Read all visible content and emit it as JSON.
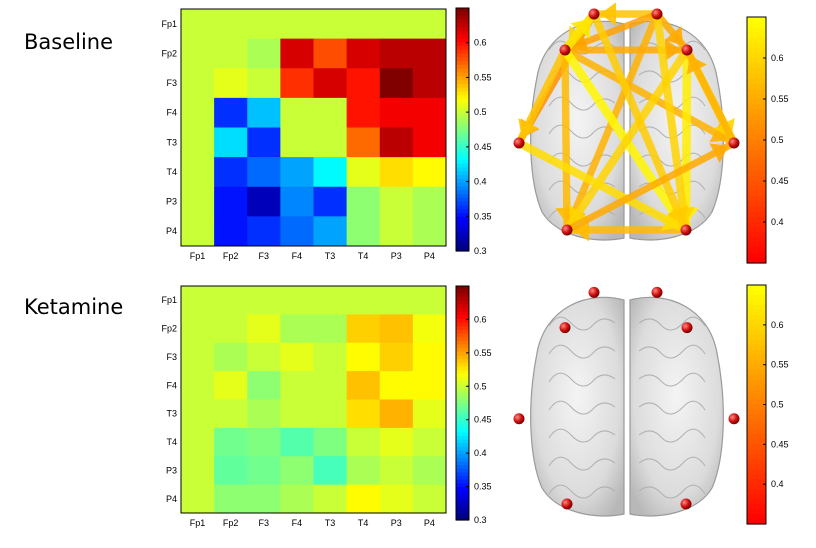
{
  "rows": [
    {
      "label": "Baseline"
    },
    {
      "label": "Ketamine"
    }
  ],
  "chart_data": [
    {
      "type": "heatmap",
      "title": "",
      "x_categories": [
        "Fp1",
        "Fp2",
        "F3",
        "F4",
        "T3",
        "T4",
        "P3",
        "P4"
      ],
      "y_categories": [
        "Fp1",
        "Fp2",
        "F3",
        "F4",
        "T3",
        "T4",
        "P3",
        "P4"
      ],
      "values": [
        [
          0.5,
          0.5,
          0.5,
          0.5,
          0.5,
          0.5,
          0.5,
          0.5
        ],
        [
          0.5,
          0.5,
          0.49,
          0.62,
          0.58,
          0.62,
          0.63,
          0.63
        ],
        [
          0.5,
          0.51,
          0.5,
          0.59,
          0.62,
          0.6,
          0.65,
          0.63
        ],
        [
          0.5,
          0.36,
          0.41,
          0.5,
          0.5,
          0.6,
          0.61,
          0.61
        ],
        [
          0.5,
          0.42,
          0.36,
          0.5,
          0.5,
          0.57,
          0.63,
          0.61
        ],
        [
          0.5,
          0.36,
          0.38,
          0.4,
          0.43,
          0.51,
          0.53,
          0.52
        ],
        [
          0.5,
          0.35,
          0.32,
          0.39,
          0.36,
          0.48,
          0.5,
          0.49
        ],
        [
          0.5,
          0.35,
          0.36,
          0.38,
          0.4,
          0.48,
          0.5,
          0.49
        ]
      ],
      "colorbar": {
        "min": 0.3,
        "max": 0.65,
        "ticks": [
          0.3,
          0.35,
          0.4,
          0.45,
          0.5,
          0.55,
          0.6
        ]
      }
    },
    {
      "type": "heatmap",
      "title": "",
      "x_categories": [
        "Fp1",
        "Fp2",
        "F3",
        "F4",
        "T3",
        "T4",
        "P3",
        "P4"
      ],
      "y_categories": [
        "Fp1",
        "Fp2",
        "F3",
        "F4",
        "T3",
        "T4",
        "P3",
        "P4"
      ],
      "values": [
        [
          0.5,
          0.5,
          0.5,
          0.5,
          0.5,
          0.5,
          0.5,
          0.5
        ],
        [
          0.5,
          0.5,
          0.51,
          0.49,
          0.49,
          0.535,
          0.54,
          0.515
        ],
        [
          0.5,
          0.49,
          0.5,
          0.51,
          0.5,
          0.52,
          0.535,
          0.52
        ],
        [
          0.5,
          0.51,
          0.48,
          0.5,
          0.5,
          0.54,
          0.52,
          0.52
        ],
        [
          0.5,
          0.5,
          0.49,
          0.5,
          0.5,
          0.53,
          0.545,
          0.51
        ],
        [
          0.5,
          0.47,
          0.475,
          0.46,
          0.475,
          0.5,
          0.51,
          0.5
        ],
        [
          0.5,
          0.465,
          0.47,
          0.48,
          0.455,
          0.49,
          0.5,
          0.49
        ],
        [
          0.5,
          0.48,
          0.48,
          0.49,
          0.5,
          0.52,
          0.51,
          0.5
        ]
      ],
      "colorbar": {
        "min": 0.3,
        "max": 0.65,
        "ticks": [
          0.3,
          0.35,
          0.4,
          0.45,
          0.5,
          0.55,
          0.6
        ]
      }
    },
    {
      "type": "network",
      "nodes": 8,
      "edges": [
        [
          1,
          0,
          0.58
        ],
        [
          1,
          6,
          0.56
        ],
        [
          0,
          4,
          0.52
        ],
        [
          0,
          2,
          0.6
        ],
        [
          1,
          3,
          0.55
        ],
        [
          1,
          2,
          0.54
        ],
        [
          2,
          3,
          0.55
        ],
        [
          2,
          4,
          0.58
        ],
        [
          2,
          6,
          0.57
        ],
        [
          2,
          5,
          0.56
        ],
        [
          2,
          7,
          0.64
        ],
        [
          2,
          0,
          0.62
        ],
        [
          3,
          5,
          0.6
        ],
        [
          3,
          7,
          0.63
        ],
        [
          3,
          6,
          0.6
        ],
        [
          7,
          6,
          0.57
        ],
        [
          4,
          7,
          0.61
        ],
        [
          5,
          3,
          0.56
        ],
        [
          1,
          7,
          0.6
        ],
        [
          0,
          7,
          0.59
        ],
        [
          6,
          5,
          0.55
        ]
      ],
      "colorbar": {
        "min": 0.35,
        "max": 0.65,
        "ticks": [
          0.4,
          0.45,
          0.5,
          0.55,
          0.6
        ]
      }
    },
    {
      "type": "network",
      "nodes": 8,
      "edges": [],
      "colorbar": {
        "min": 0.35,
        "max": 0.65,
        "ticks": [
          0.4,
          0.45,
          0.5,
          0.55,
          0.6
        ]
      }
    }
  ]
}
